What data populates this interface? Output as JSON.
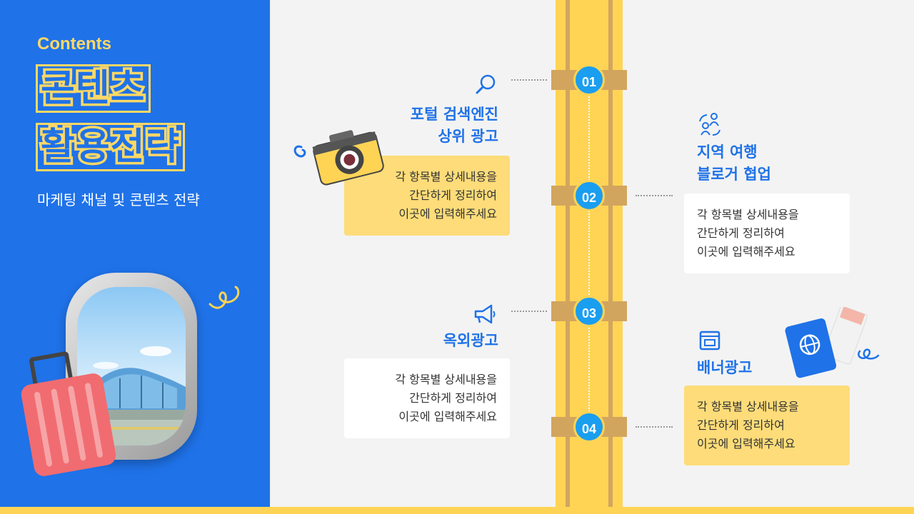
{
  "left_panel": {
    "eyebrow": "Contents",
    "title_line1": "콘텐츠",
    "title_line2": "활용전략",
    "subtitle": "마케팅 채널 및 콘텐츠 전략"
  },
  "items": [
    {
      "num": "01",
      "heading_line1": "포털 검색엔진",
      "heading_line2": "상위 광고",
      "icon": "search-icon",
      "desc": [
        "각 항목별 상세내용을",
        "간단하게 정리하여",
        "이곳에 입력해주세요"
      ],
      "box_color": "#fddc79"
    },
    {
      "num": "02",
      "heading_line1": "지역 여행",
      "heading_line2": "블로거 협업",
      "icon": "people-exchange-icon",
      "desc": [
        "각 항목별 상세내용을",
        "간단하게 정리하여",
        "이곳에 입력해주세요"
      ],
      "box_color": "#ffffff"
    },
    {
      "num": "03",
      "heading_line1": "옥외광고",
      "icon": "megaphone-icon",
      "desc": [
        "각 항목별 상세내용을",
        "간단하게 정리하여",
        "이곳에 입력해주세요"
      ],
      "box_color": "#ffffff"
    },
    {
      "num": "04",
      "heading_line1": "배너광고",
      "icon": "browser-banner-icon",
      "desc": [
        "각 항목별 상세내용을",
        "간단하게 정리하여",
        "이곳에 입력해주세요"
      ],
      "box_color": "#fddc79"
    }
  ],
  "colors": {
    "primary_blue": "#1f72e8",
    "accent_yellow": "#ffd455",
    "node_blue": "#1a9ef0",
    "rail_tan": "#d2a55f"
  }
}
